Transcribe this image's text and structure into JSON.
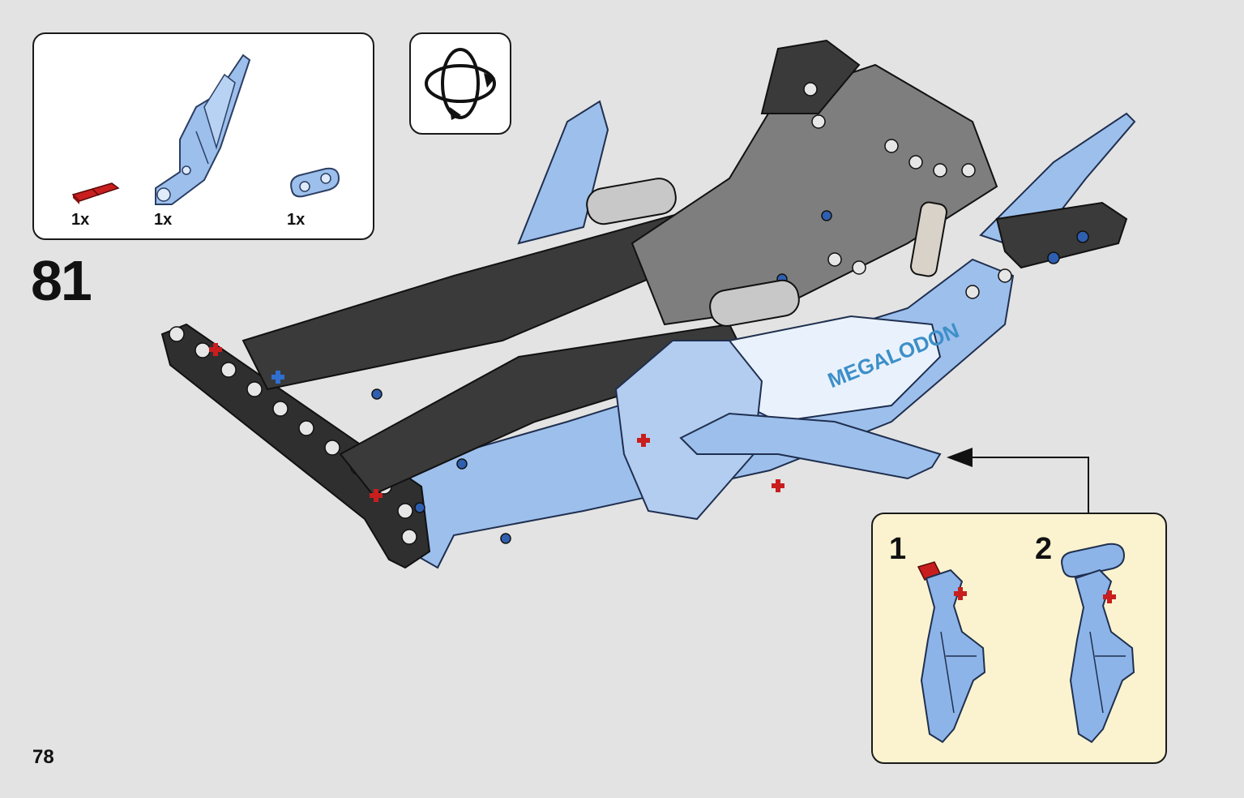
{
  "parts_list": {
    "items": [
      {
        "part": "red-axle-pin",
        "quantity": "1x"
      },
      {
        "part": "light-blue-panel-wing",
        "quantity": "1x"
      },
      {
        "part": "light-blue-beam-2",
        "quantity": "1x"
      }
    ]
  },
  "rotate_icon": "rotate-model-icon",
  "step_number": "81",
  "page_number": "78",
  "model_decal": "MEGALODON",
  "sub_steps": [
    {
      "number": "1"
    },
    {
      "number": "2"
    }
  ],
  "colors": {
    "light_blue": "#9dbfec",
    "dark_grey": "#3a3a3a",
    "mid_grey": "#8a8a8a",
    "red": "#c81e1e",
    "callout_bg": "#fbf3cf",
    "page_bg": "#e3e3e3"
  }
}
